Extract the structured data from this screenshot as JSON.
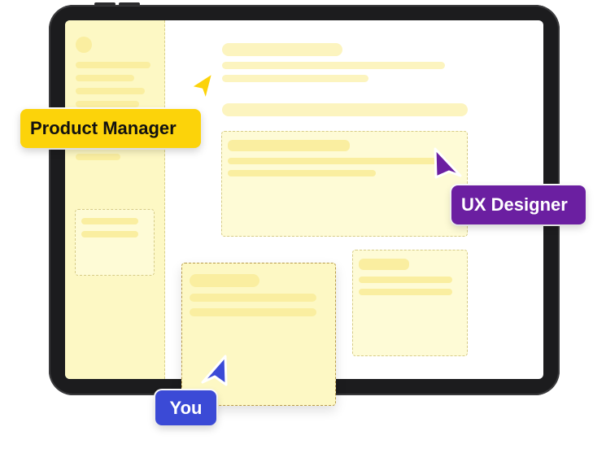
{
  "collaborators": {
    "product_manager": {
      "label": "Product Manager",
      "color": "#fcd30a"
    },
    "ux_designer": {
      "label": "UX Designer",
      "color": "#6b1fa1"
    },
    "you": {
      "label": "You",
      "color": "#3b4ad6"
    }
  },
  "icons": {
    "pm_cursor": "cursor-arrow-icon",
    "ux_cursor": "cursor-arrow-icon",
    "you_cursor": "cursor-arrow-icon"
  },
  "wireframe_fill": "#fdf8c4"
}
